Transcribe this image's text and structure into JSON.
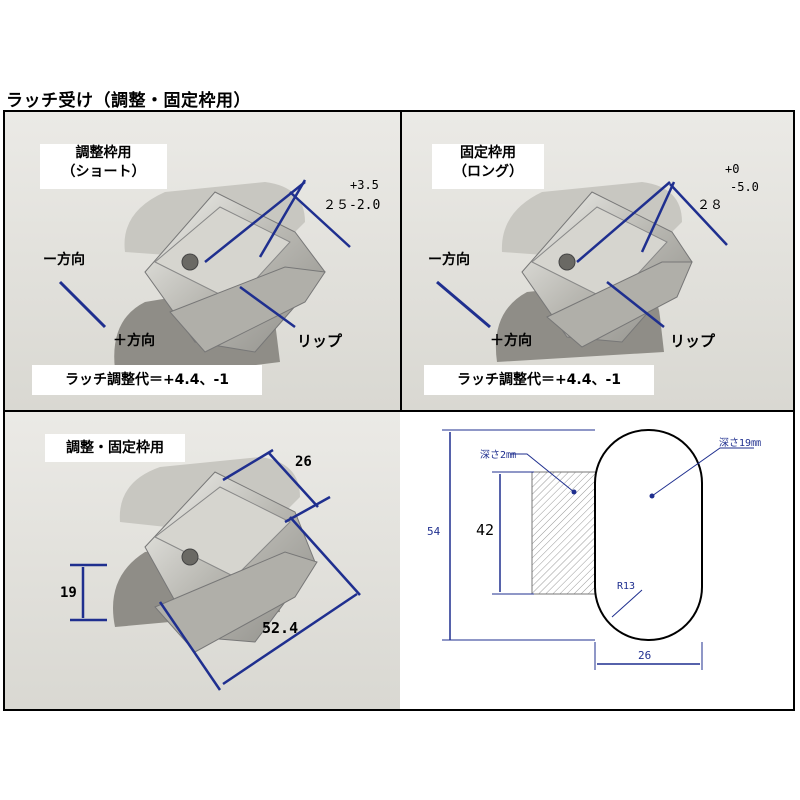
{
  "title": "ラッチ受け（調整・固定枠用）",
  "panel_short": {
    "label_line1": "調整枠用",
    "label_line2": "（ショート）",
    "tol_plus": "+3.5",
    "dim_value": "２５-2.0",
    "minus_dir": "ー方向",
    "plus_dir": "＋方向",
    "lip": "リップ",
    "adjust": "ラッチ調整代＝+4.4、-1"
  },
  "panel_long": {
    "label_line1": "固定枠用",
    "label_line2": "（ロング）",
    "tol_plus": "+0",
    "dim_value": "２８",
    "tol_minus": "-5.0",
    "minus_dir": "ー方向",
    "plus_dir": "＋方向",
    "lip": "リップ",
    "adjust": "ラッチ調整代＝+4.4、-1"
  },
  "panel_common": {
    "label": "調整・固定枠用",
    "dim_26": "26",
    "dim_19": "19",
    "dim_524": "52.4"
  },
  "drawing": {
    "depth_small": "深さ2㎜",
    "depth_large": "深さ19㎜",
    "dim_54": "54",
    "dim_42": "42",
    "radius": "R13",
    "dim_26": "26"
  },
  "colors": {
    "dimension_blue": "#1f2f8f",
    "photo_bg": "#e2e1dc"
  }
}
